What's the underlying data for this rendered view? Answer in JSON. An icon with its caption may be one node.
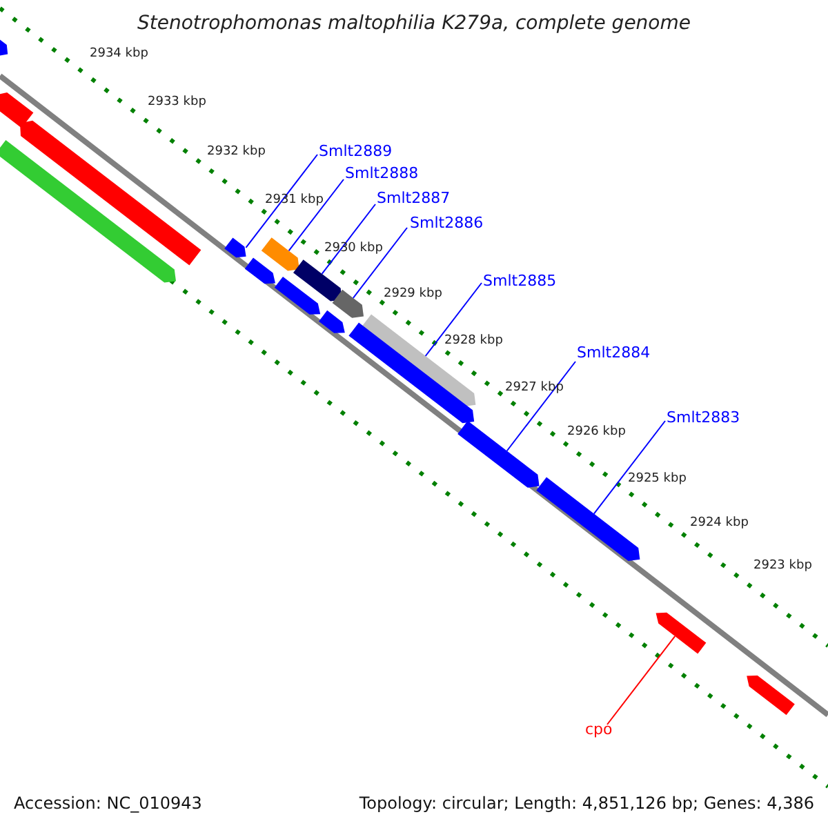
{
  "diagram": {
    "title": "Stenotrophomonas maltophilia K279a, complete genome",
    "nodes": [
      {
        "text": [
          "Smlt2889"
        ]
      },
      {
        "text": [
          "Smlt2888"
        ]
      },
      {
        "text": [
          "Smlt2887"
        ]
      },
      {
        "text": [
          "Smlt2886"
        ]
      },
      {
        "text": [
          "Smlt2885"
        ]
      },
      {
        "text": [
          "Smlt2884"
        ]
      },
      {
        "text": [
          "Smlt2883"
        ]
      },
      {
        "text": [
          "cpo"
        ]
      },
      {
        "text": [],
        "shape": "bar"
      },
      {
        "text": [],
        "shape": "bar"
      },
      {
        "text": [],
        "shape": "bar"
      },
      {
        "text": [],
        "shape": "bar"
      },
      {
        "text": [],
        "shape": "bar"
      },
      {
        "text": [],
        "shape": "bar"
      },
      {
        "text": [],
        "shape": "bar"
      },
      {
        "text": [],
        "shape": "bar"
      },
      {
        "text": [],
        "shape": "bar"
      },
      {
        "text": [],
        "shape": "bar"
      },
      {
        "text": [],
        "shape": "bar"
      },
      {
        "text": [],
        "shape": "bar"
      },
      {
        "text": [],
        "shape": "bar"
      },
      {
        "text": [],
        "shape": "bar"
      },
      {
        "text": [],
        "shape": "bar"
      },
      {
        "text": [],
        "shape": "bar"
      },
      {
        "text": [],
        "shape": "bar"
      }
    ],
    "edges": [
      {
        "from": 0,
        "to": 8,
        "arrow": "none"
      },
      {
        "from": 1,
        "to": 9,
        "arrow": "none"
      },
      {
        "from": 2,
        "to": 10,
        "arrow": "none"
      },
      {
        "from": 3,
        "to": 11,
        "arrow": "none"
      },
      {
        "from": 4,
        "to": 12,
        "arrow": "none"
      },
      {
        "from": 5,
        "to": 13,
        "arrow": "none"
      },
      {
        "from": 6,
        "to": 14,
        "arrow": "none"
      },
      {
        "from": 7,
        "to": 15,
        "arrow": "none",
        "color": "#ff0000"
      }
    ],
    "labels": [
      "2934 kbp",
      "2933 kbp",
      "2932 kbp",
      "2931 kbp",
      "2930 kbp",
      "2929 kbp",
      "2928 kbp",
      "2927 kbp",
      "2926 kbp",
      "2925 kbp",
      "2924 kbp",
      "2923 kbp",
      "Accession: NC_010943",
      "Topology: circular; Length: 4,851,126 bp; Genes: 4,386"
    ]
  }
}
